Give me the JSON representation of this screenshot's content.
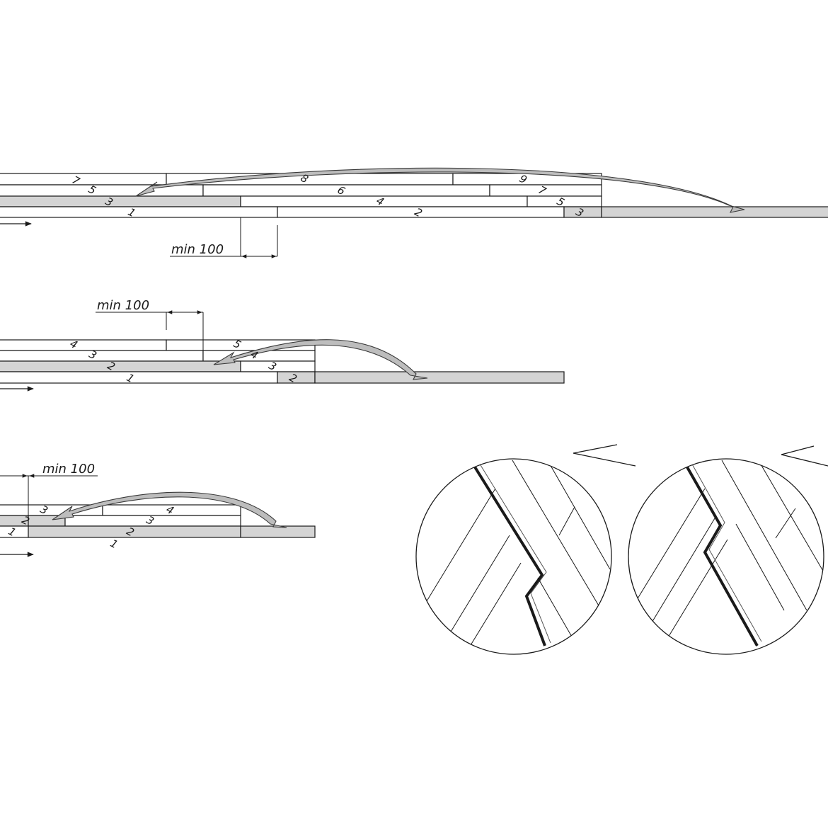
{
  "diagram": {
    "stage1": {
      "dimension": "min 100",
      "labels": [
        "7",
        "5",
        "3",
        "8",
        "6",
        "4",
        "1",
        "2",
        "9",
        "7",
        "5",
        "3"
      ]
    },
    "stage2": {
      "dimension": "min 100",
      "labels": [
        "4",
        "3",
        "2",
        "1",
        "5",
        "4",
        "3",
        "2"
      ]
    },
    "stage3": {
      "dimension": "min 100",
      "labels": [
        "3",
        "2",
        "1",
        "4",
        "3",
        "2",
        "1"
      ]
    }
  }
}
